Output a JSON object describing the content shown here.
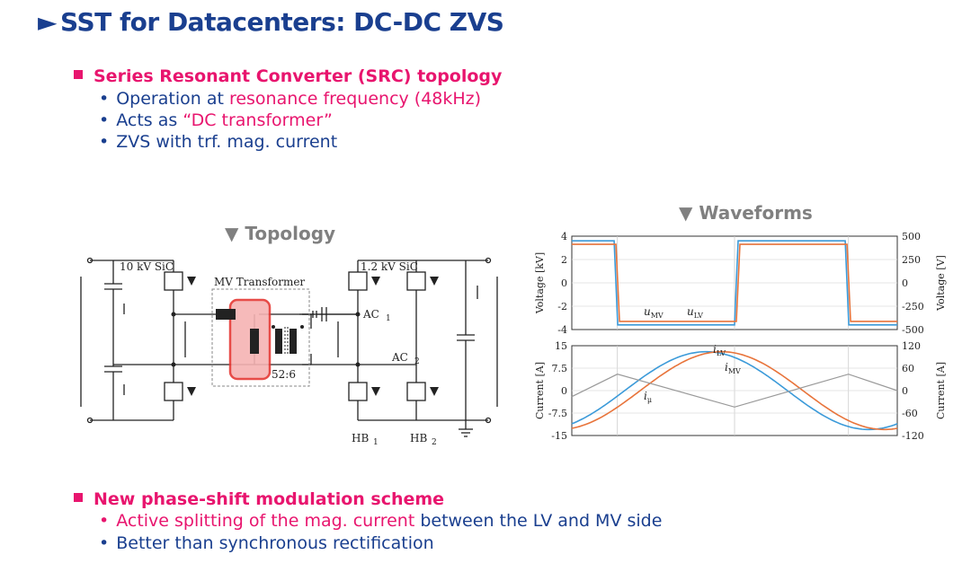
{
  "title": "SST for Datacenters: DC-DC ZVS",
  "section1": {
    "heading": "Series Resonant Converter (SRC) topology",
    "bullets": [
      {
        "pre": "Operation at ",
        "hl": "resonance frequency (48kHz)",
        "post": ""
      },
      {
        "pre": "Acts as ",
        "hl": "“DC transformer”",
        "post": ""
      },
      {
        "pre": "ZVS with trf. mag. current",
        "hl": "",
        "post": ""
      }
    ]
  },
  "section2": {
    "heading": "New phase-shift modulation scheme",
    "bullets": [
      {
        "pre": "",
        "hl": "Active splitting of the mag. current",
        "post": " between the LV and MV side"
      },
      {
        "pre": "Better than synchronous rectification",
        "hl": "",
        "post": ""
      }
    ]
  },
  "topology_caption": "▼ Topology",
  "waveforms_caption": "▼ Waveforms",
  "circuit": {
    "mv_sic": "10 kV SiC",
    "lv_sic": "1.2 kV SiC",
    "mv_transformer": "MV Transformer",
    "ratio": "52:6",
    "ac1": "AC",
    "ac2": "AC",
    "hb1": "HB",
    "hb2": "HB"
  },
  "colors": {
    "navy": "#1a3f8f",
    "pink": "#e8156e",
    "blue_trace": "#3b9ad9",
    "orange_trace": "#e8743b",
    "highlight": "#e53935"
  },
  "chart_data": [
    {
      "type": "line",
      "yaxis_left_label": "Voltage [kV]",
      "yaxis_right_label": "Voltage [V]",
      "ylim_left": [
        -4,
        4
      ],
      "ylim_right": [
        -500,
        500
      ],
      "left_ticks": [
        "4",
        "2",
        "0",
        "-2",
        "-4"
      ],
      "right_ticks": [
        "500",
        "250",
        "0",
        "-250",
        "-500"
      ],
      "series": [
        {
          "name": "u",
          "sub": "MV",
          "color": "#3b9ad9"
        },
        {
          "name": "u",
          "sub": "LV",
          "color": "#e8743b"
        }
      ],
      "grid": true
    },
    {
      "type": "line",
      "yaxis_left_label": "Current [A]",
      "yaxis_right_label": "Current [A]",
      "ylim_left": [
        -15,
        15
      ],
      "ylim_right": [
        -120,
        120
      ],
      "left_ticks": [
        "15",
        "7.5",
        "0",
        "-7.5",
        "-15"
      ],
      "right_ticks": [
        "120",
        "60",
        "0",
        "-60",
        "-120"
      ],
      "series": [
        {
          "name": "i",
          "sub": "LV",
          "color": "#e8743b"
        },
        {
          "name": "i",
          "sub": "MV",
          "color": "#3b9ad9"
        },
        {
          "name": "i",
          "sub": "μ",
          "color": "#999999"
        }
      ],
      "grid": true
    }
  ]
}
